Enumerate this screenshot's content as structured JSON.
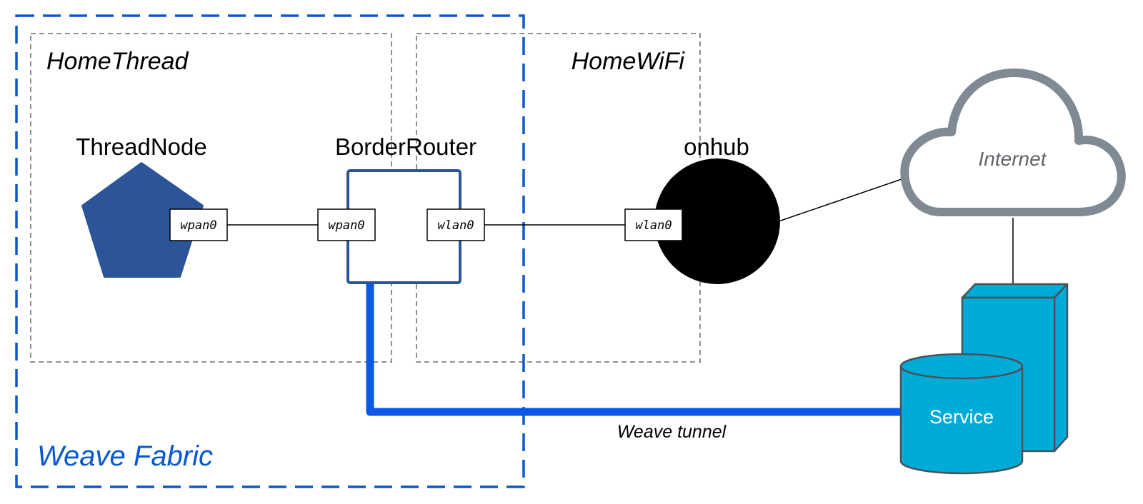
{
  "regions": {
    "home_thread": "HomeThread",
    "home_wifi": "HomeWiFi",
    "weave_fabric": "Weave Fabric"
  },
  "nodes": {
    "thread_node": "ThreadNode",
    "border_router": "BorderRouter",
    "onhub": "onhub",
    "internet": "Internet",
    "service": "Service"
  },
  "interfaces": {
    "thread_node_wpan": "wpan0",
    "border_router_wpan": "wpan0",
    "border_router_wlan": "wlan0",
    "onhub_wlan": "wlan0"
  },
  "links": {
    "weave_tunnel": "Weave tunnel"
  },
  "colors": {
    "fabric_blue": "#0b57d0",
    "tunnel_blue": "#0b57e6",
    "thread_node_fill": "#2c5599",
    "border_router_stroke": "#2c5599",
    "region_border": "#8a9199",
    "cloud_stroke": "#808a94",
    "service_fill": "#00acd7",
    "service_stroke": "#4a5258"
  }
}
